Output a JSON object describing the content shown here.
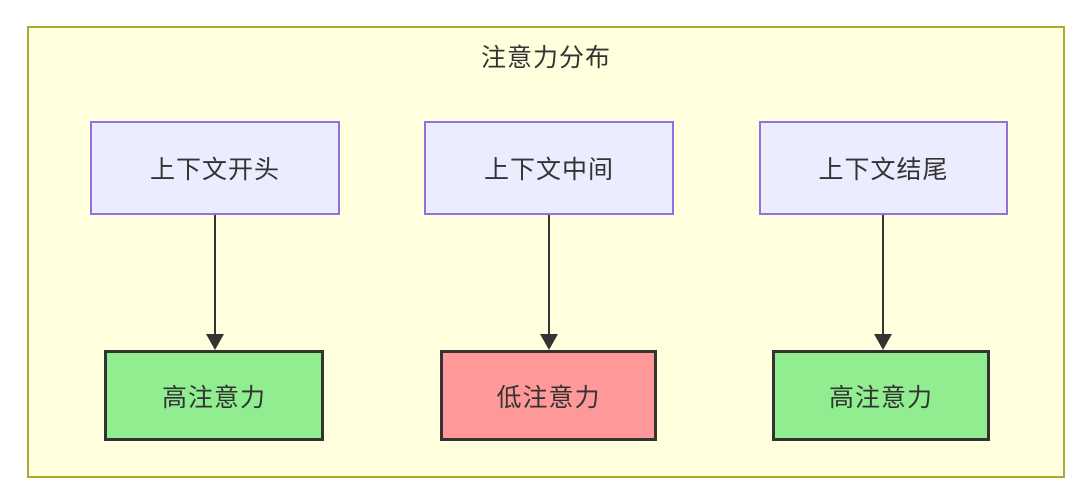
{
  "diagram": {
    "type": "flowchart",
    "title": "注意力分布",
    "columns": [
      {
        "source": "上下文开头",
        "target": "高注意力",
        "attention_level": "high"
      },
      {
        "source": "上下文中间",
        "target": "低注意力",
        "attention_level": "low"
      },
      {
        "source": "上下文结尾",
        "target": "高注意力",
        "attention_level": "high"
      }
    ],
    "colors": {
      "page_background": "#ffffff",
      "cluster_fill": "#ffffde",
      "cluster_border": "#aaaa33",
      "source_node_fill": "#ececff",
      "source_node_border": "#9370db",
      "high_attention_fill": "#90ee90",
      "low_attention_fill": "#ff9999",
      "target_node_border": "#333333",
      "arrow": "#333333",
      "text": "#333333"
    }
  }
}
